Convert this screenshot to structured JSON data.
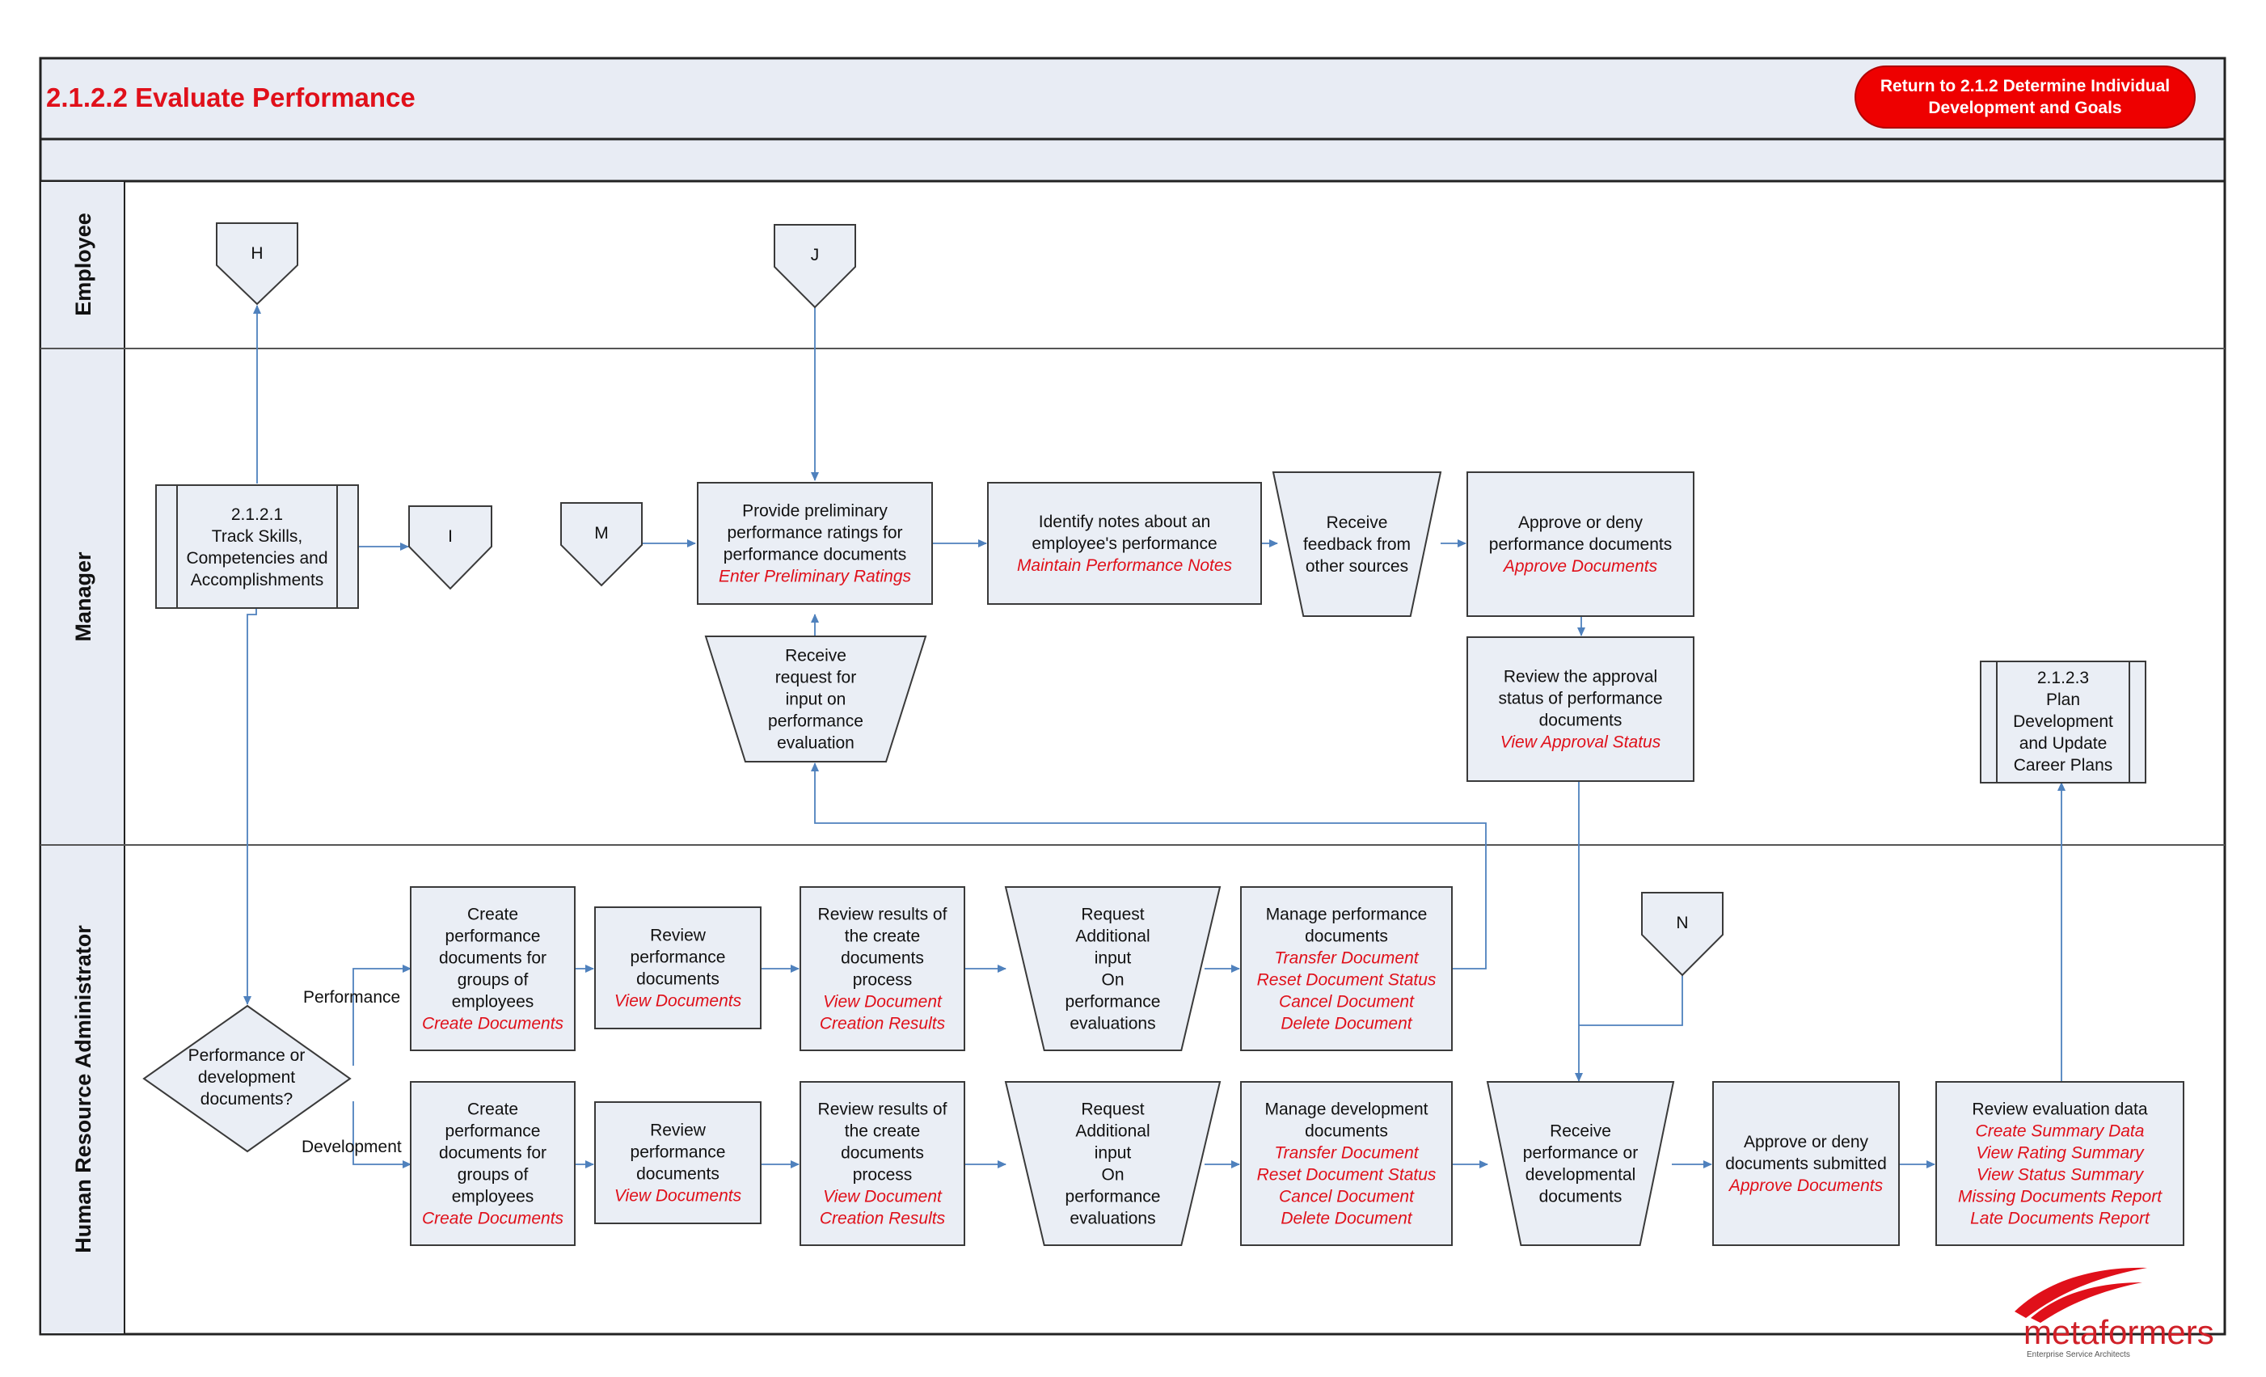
{
  "title": "2.1.2.2 Evaluate Performance",
  "return_button": [
    "Return to 2.1.2 Determine Individual",
    "Development and Goals"
  ],
  "colors": {
    "title_red": "#e0101a",
    "box_fill": "#eaeef5",
    "connector_blue": "#4f81bd",
    "button_red": "#ee0000"
  },
  "lanes": {
    "employee": "Employee",
    "manager": "Manager",
    "hr": "Human Resource Administrator"
  },
  "offpage": {
    "H": "H",
    "J": "J",
    "I": "I",
    "M": "M",
    "N": "N"
  },
  "subprocess_track": [
    "2.1.2.1",
    "Track Skills,",
    "Competencies and",
    "Accomplishments"
  ],
  "subprocess_plan": [
    "2.1.2.3",
    "Plan",
    "Development",
    "and Update",
    "Career Plans"
  ],
  "provide_ratings": {
    "lines": [
      "Provide preliminary",
      "performance ratings for",
      "performance documents"
    ],
    "links": [
      "Enter Preliminary Ratings"
    ]
  },
  "identify_notes": {
    "lines": [
      "Identify notes about an",
      "employee's performance"
    ],
    "links": [
      "Maintain Performance Notes"
    ]
  },
  "receive_feedback": {
    "lines": [
      "Receive",
      "feedback from",
      "other sources"
    ],
    "links": []
  },
  "approve_deny_mgr": {
    "lines": [
      "Approve or deny",
      "performance documents"
    ],
    "links": [
      "Approve Documents"
    ]
  },
  "receive_request": {
    "lines": [
      "Receive",
      "request for",
      "input on",
      "performance",
      "evaluation"
    ],
    "links": []
  },
  "review_approval": {
    "lines": [
      "Review the approval",
      "status of performance",
      "documents"
    ],
    "links": [
      "View Approval Status"
    ]
  },
  "decision": {
    "lines": [
      "Performance or",
      "development",
      "documents?"
    ],
    "branch_top": "Performance",
    "branch_bottom": "Development"
  },
  "create_perf": {
    "lines": [
      "Create",
      "performance",
      "documents for",
      "groups of",
      "employees"
    ],
    "links": [
      "Create Documents"
    ]
  },
  "review_perf": {
    "lines": [
      "Review",
      "performance",
      "documents"
    ],
    "links": [
      "View Documents"
    ]
  },
  "review_results_perf": {
    "lines": [
      "Review results of",
      "the create",
      "documents",
      "process"
    ],
    "links": [
      "View Document",
      "Creation Results"
    ]
  },
  "request_input_perf": {
    "lines": [
      "Request",
      "Additional",
      "input",
      "On",
      "performance",
      "evaluations"
    ],
    "links": []
  },
  "manage_perf": {
    "lines": [
      "Manage performance",
      "documents"
    ],
    "links": [
      "Transfer Document",
      "Reset Document Status",
      "Cancel Document",
      "Delete Document"
    ]
  },
  "create_dev": {
    "lines": [
      "Create",
      "performance",
      "documents for",
      "groups of",
      "employees"
    ],
    "links": [
      "Create Documents"
    ]
  },
  "review_dev": {
    "lines": [
      "Review",
      "performance",
      "documents"
    ],
    "links": [
      "View Documents"
    ]
  },
  "review_results_dev": {
    "lines": [
      "Review results of",
      "the create",
      "documents",
      "process"
    ],
    "links": [
      "View Document",
      "Creation Results"
    ]
  },
  "request_input_dev": {
    "lines": [
      "Request",
      "Additional",
      "input",
      "On",
      "performance",
      "evaluations"
    ],
    "links": []
  },
  "manage_dev": {
    "lines": [
      "Manage development",
      "documents"
    ],
    "links": [
      "Transfer Document",
      "Reset Document Status",
      "Cancel Document",
      "Delete Document"
    ]
  },
  "receive_docs": {
    "lines": [
      "Receive",
      "performance or",
      "developmental",
      "documents"
    ],
    "links": []
  },
  "approve_deny_hr": {
    "lines": [
      "Approve or deny",
      "documents submitted"
    ],
    "links": [
      "Approve Documents"
    ]
  },
  "review_eval": {
    "lines": [
      "Review evaluation data"
    ],
    "links": [
      "Create Summary Data",
      "View Rating Summary",
      "View Status Summary",
      "Missing Documents Report",
      "Late Documents Report"
    ]
  },
  "logo": {
    "text": "metaformers",
    "tagline": "Enterprise Service Architects"
  }
}
